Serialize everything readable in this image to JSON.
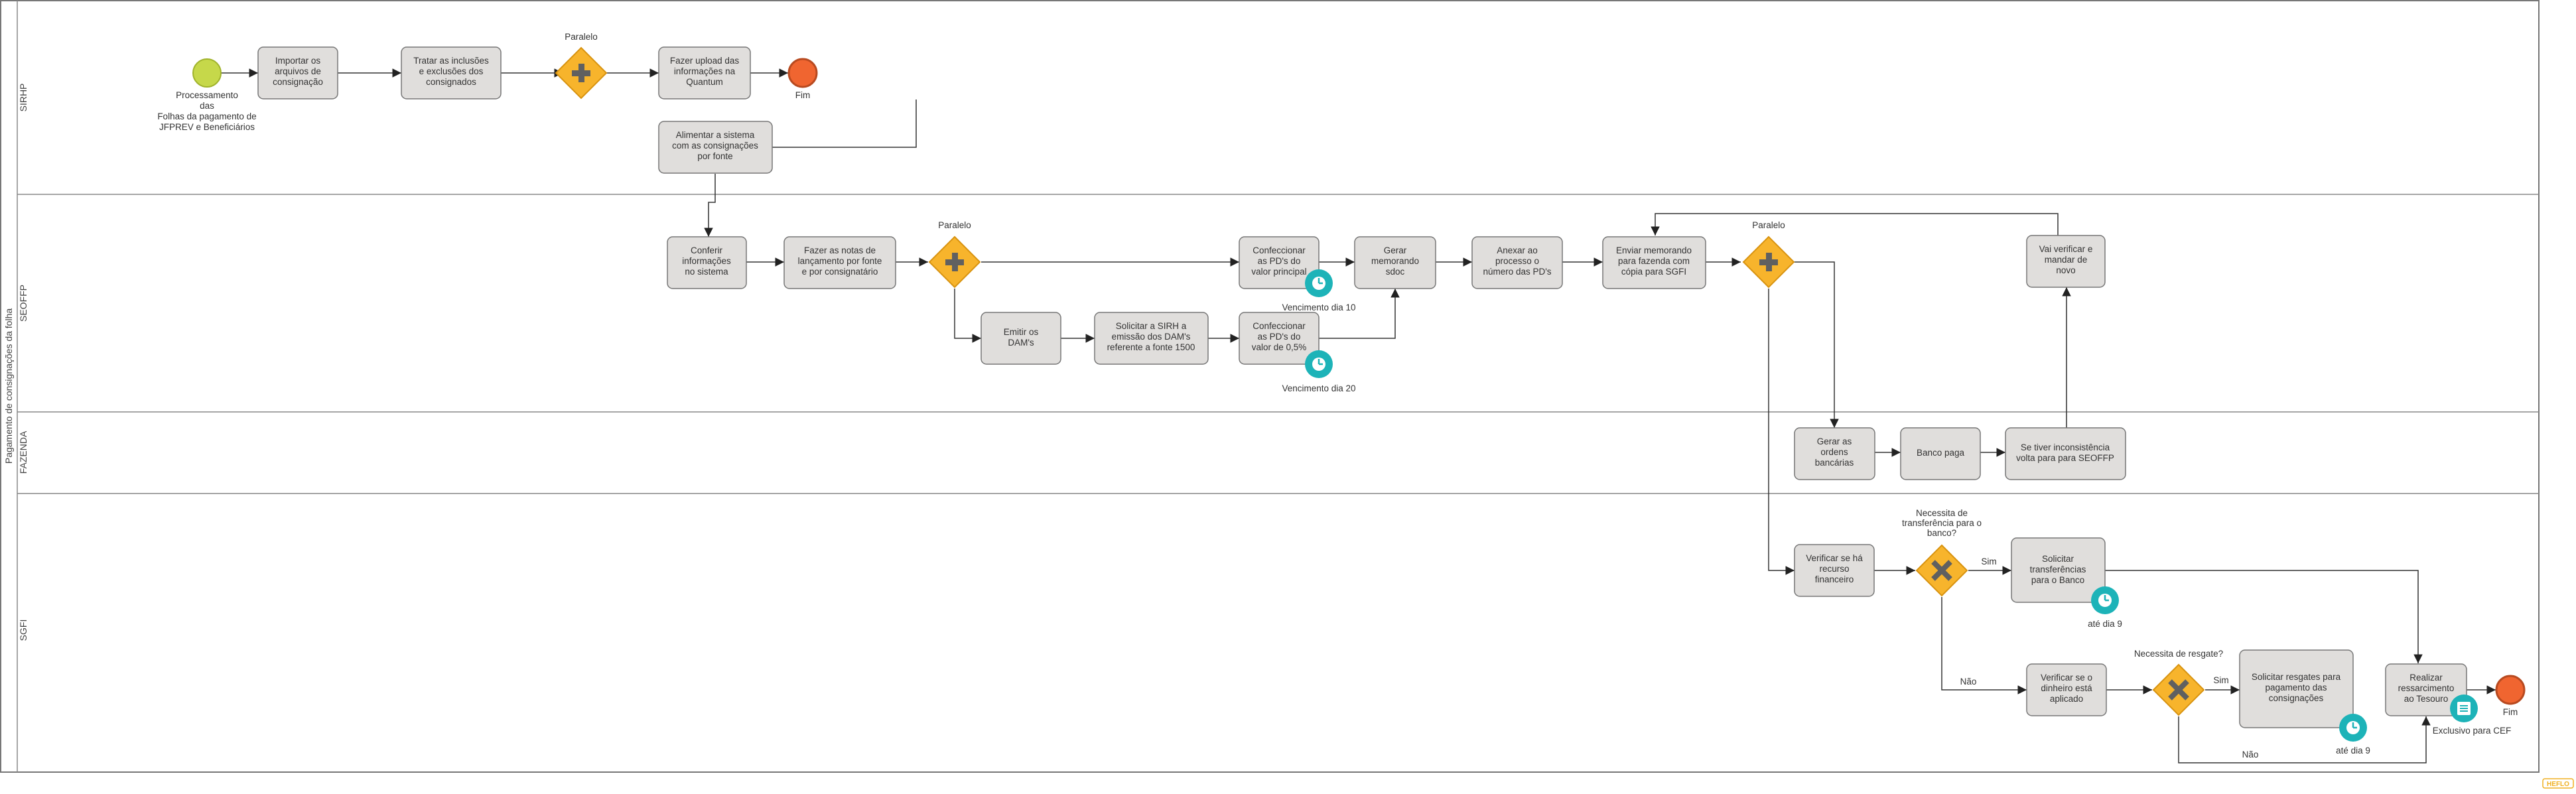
{
  "pool_label": "Pagamento de consignações da folha",
  "lanes": [
    "SIRHP",
    "SEOFFP",
    "FAZENDA",
    "SGFI"
  ],
  "start_event_label": [
    "Processamento",
    "das",
    "Folhas da pagamento de",
    "JFPREV e Beneficiários"
  ],
  "tasks": {
    "importar": [
      "Importar os",
      "arquivos de",
      "consignação"
    ],
    "tratar": [
      "Tratar as inclusões",
      "e exclusões dos",
      "consignados"
    ],
    "upload": [
      "Fazer upload das",
      "informações na",
      "Quantum"
    ],
    "alimentar": [
      "Alimentar a sistema",
      "com as consignações",
      "por fonte"
    ],
    "conferir": [
      "Conferir",
      "informações",
      "no sistema"
    ],
    "notas": [
      "Fazer as notas de",
      "lançamento por fonte",
      "e por consignatário"
    ],
    "emitir": [
      "Emitir os",
      "DAM's"
    ],
    "solicitar_sirh": [
      "Solicitar a SIRH a",
      "emissão dos DAM's",
      "referente a fonte 1500"
    ],
    "pd_principal": [
      "Confeccionar",
      "as PD's do",
      "valor principal"
    ],
    "pd_05": [
      "Confeccionar",
      "as PD's do",
      "valor de 0,5%"
    ],
    "memorando": [
      "Gerar",
      "memorando",
      "sdoc"
    ],
    "anexar": [
      "Anexar ao",
      "processo o",
      "número das PD's"
    ],
    "enviar": [
      "Enviar memorando",
      "para fazenda com",
      "cópia para SGFI"
    ],
    "vai_verificar": [
      "Vai verificar e",
      "mandar de",
      "novo"
    ],
    "gerar_ordens": [
      "Gerar as",
      "ordens",
      "bancárias"
    ],
    "banco": [
      "Banco paga"
    ],
    "inconsistencia": [
      "Se tiver inconsistência",
      "volta para para SEOFFP"
    ],
    "verificar_recurso": [
      "Verificar se há",
      "recurso",
      "financeiro"
    ],
    "solicitar_transf": [
      "Solicitar",
      "transferências",
      "para o Banco"
    ],
    "verificar_aplicado": [
      "Verificar se o",
      "dinheiro está",
      "aplicado"
    ],
    "solicitar_resgates": [
      "Solicitar resgates para",
      "pagamento das",
      "consignações"
    ],
    "ressarcimento": [
      "Realizar",
      "ressarcimento",
      "ao Tesouro"
    ]
  },
  "gateway_labels": {
    "paralelo": "Paralelo",
    "transferencia": [
      "Necessita de",
      "transferência para o",
      "banco?"
    ],
    "resgate": "Necessita de resgate?"
  },
  "flow_labels": {
    "sim": "Sim",
    "nao": "Não"
  },
  "end_label": "Fim",
  "timer_labels": {
    "venc10": "Vencimento dia 10",
    "venc20": "Vencimento dia 20",
    "ate9": "até dia 9"
  },
  "annotation_cef": "Exclusivo para CEF",
  "watermark": "HEFLO",
  "colors": {
    "task_fill": "#e0dedc",
    "gateway": "#f7b42c",
    "start": "#c6d84a",
    "end": "#f06530",
    "timer": "#1db3b8"
  }
}
